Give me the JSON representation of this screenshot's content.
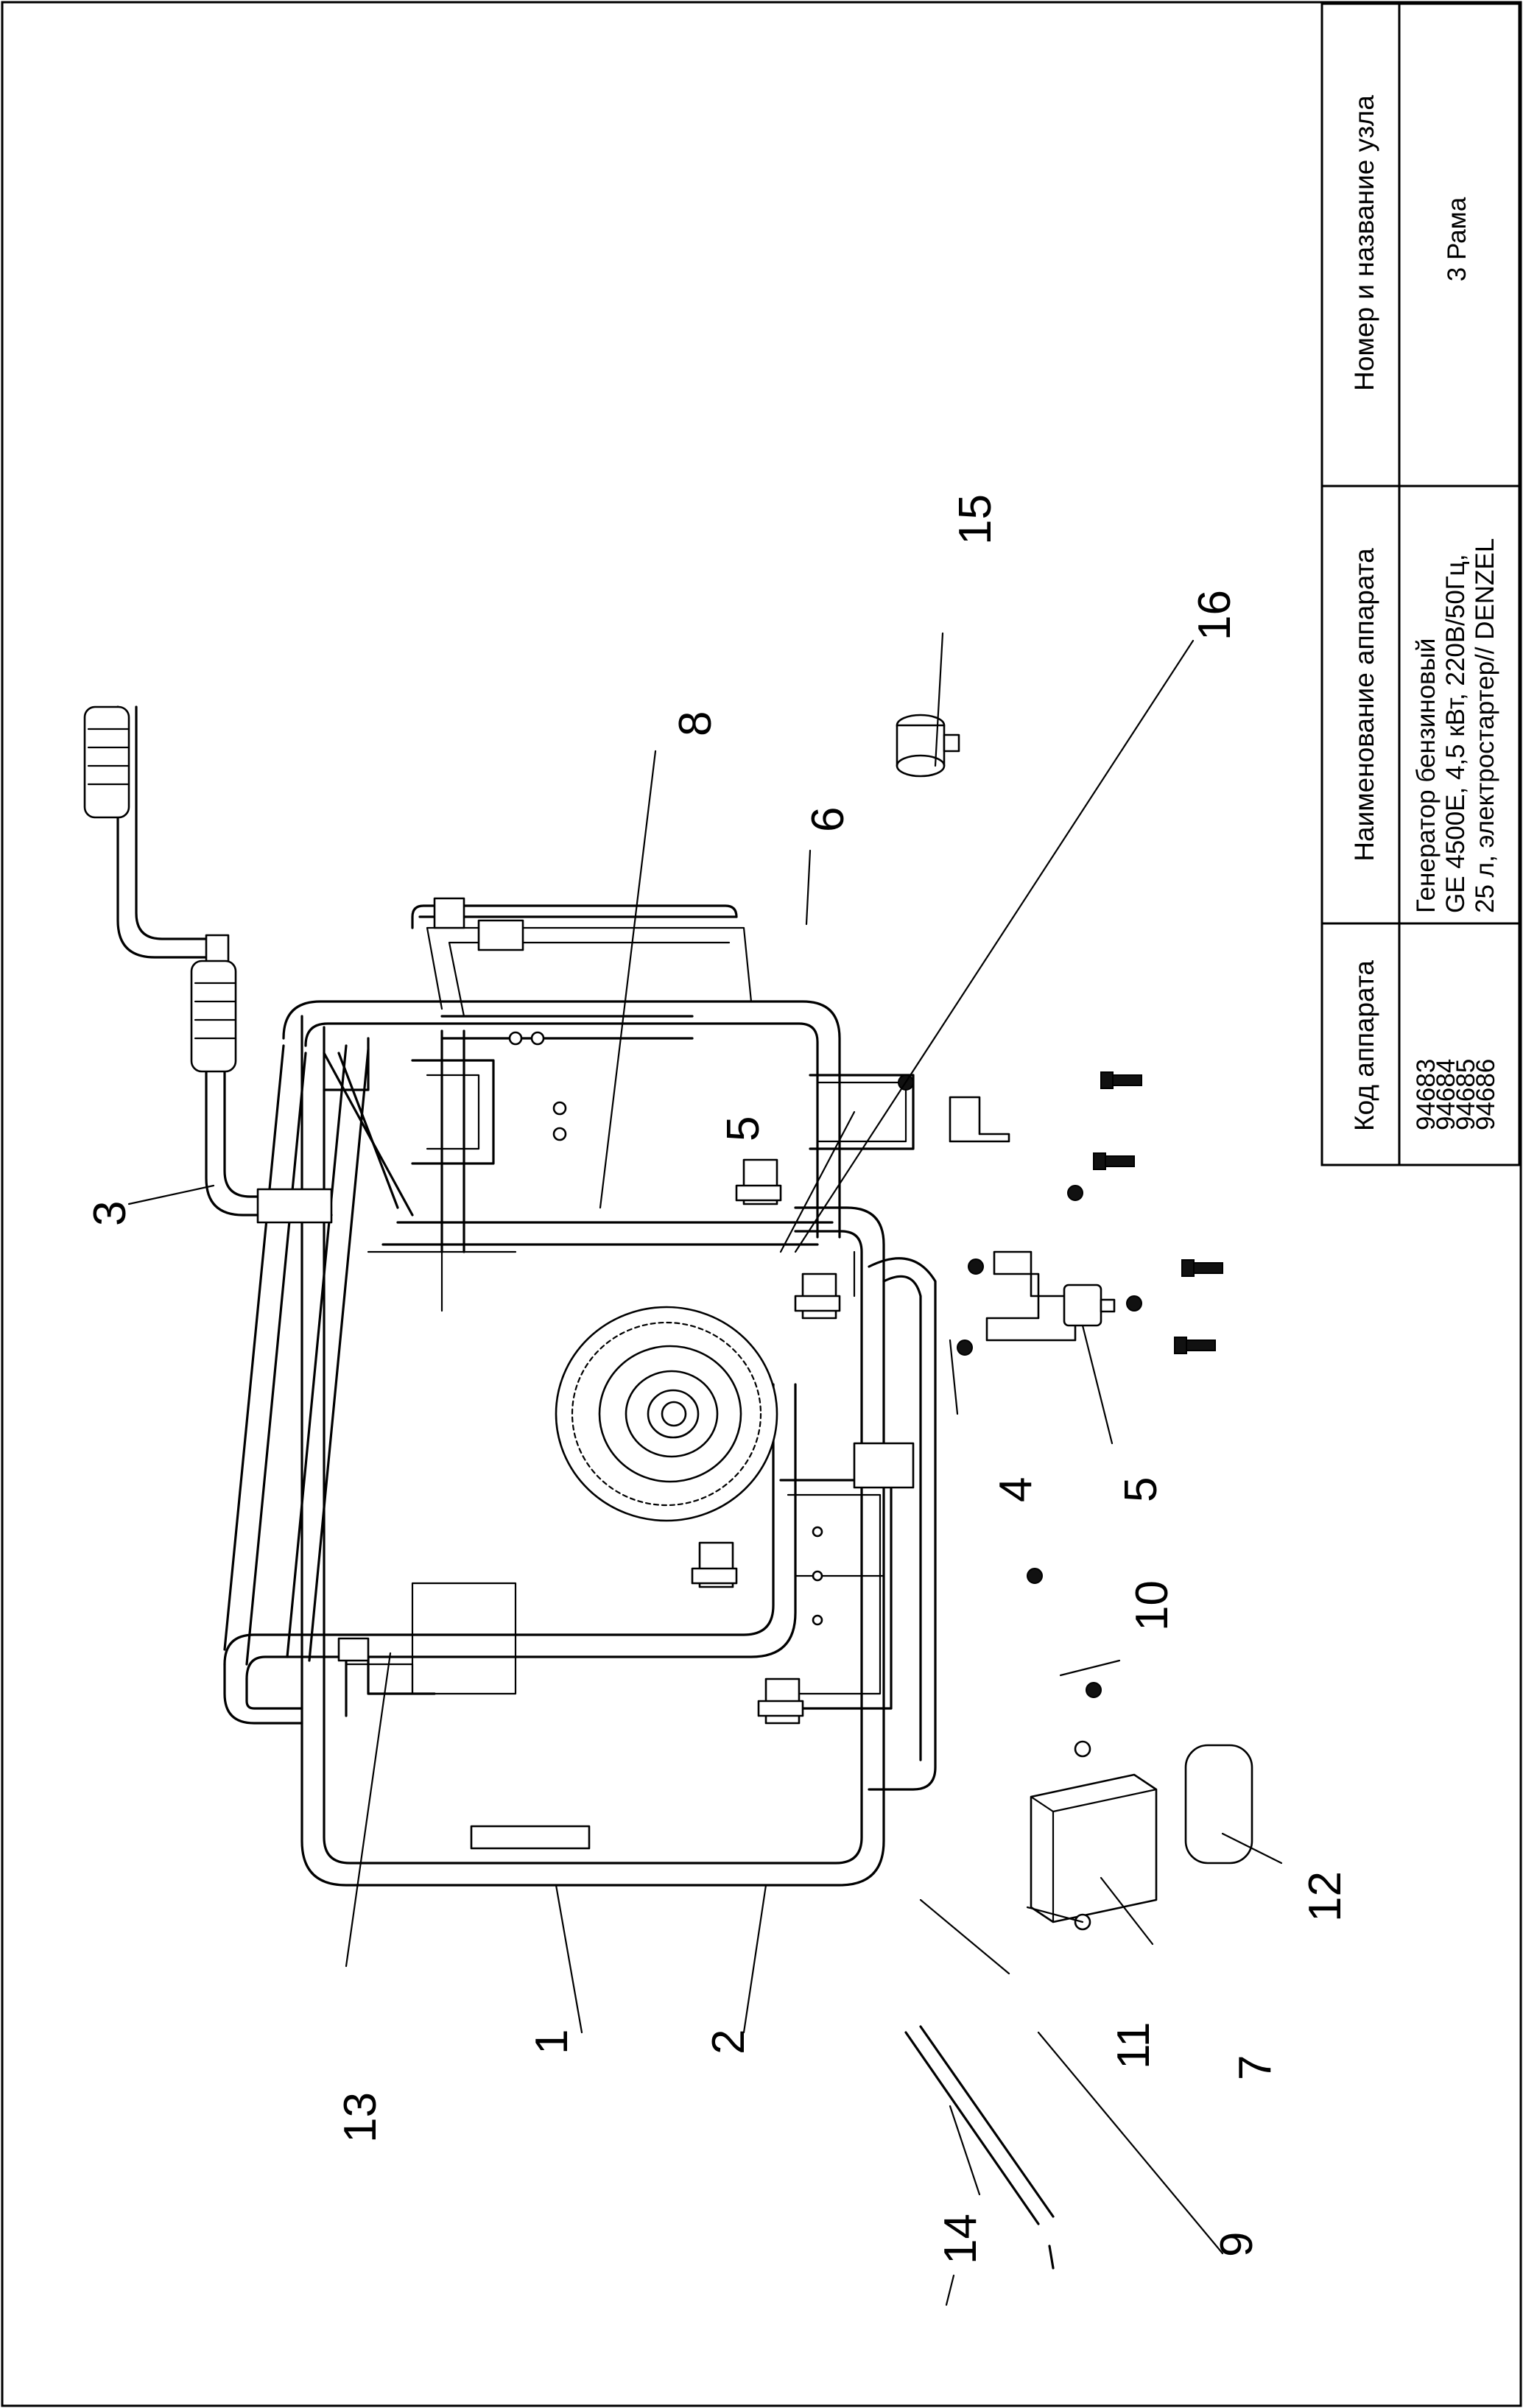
{
  "title_block": {
    "headers": {
      "code": "Код аппарата",
      "device_name": "Наименование аппарата",
      "unit": "Номер и название узла"
    },
    "codes": [
      "94683",
      "94684",
      "94685",
      "94686"
    ],
    "device_lines": [
      "Генератор бензиновый",
      "GE 4500E, 4,5 кВт, 220В/50Гц,",
      "25 л, электростартер// DENZEL"
    ],
    "unit_name": "3 Рама"
  },
  "callouts": {
    "c1": "1",
    "c2": "2",
    "c3": "3",
    "c4": "4",
    "c5a": "5",
    "c5b": "5",
    "c6": "6",
    "c7": "7",
    "c8": "8",
    "c9": "9",
    "c10": "10",
    "c11": "11",
    "c12": "12",
    "c13": "13",
    "c14": "14",
    "c15": "15",
    "c16": "16"
  }
}
